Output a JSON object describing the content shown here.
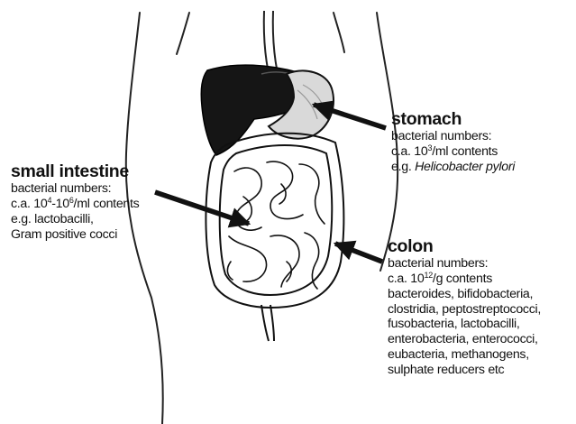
{
  "diagram": {
    "colors": {
      "ink": "#111111",
      "organ_dark": "#151515",
      "stomach_fill": "#d9d9d9",
      "background": "#ffffff"
    },
    "labels": {
      "stomach": {
        "heading": "stomach",
        "line1": "bacterial numbers:",
        "line2_pre": "c.a. 10",
        "line2_sup": "3",
        "line2_post": "/ml contents",
        "line3_pre": "e.g. ",
        "line3_italic": "Helicobacter pylori"
      },
      "small_intestine": {
        "heading": "small intestine",
        "line1": "bacterial numbers:",
        "line2_pre": "c.a. 10",
        "line2_sup1": "4",
        "line2_mid": "-10",
        "line2_sup2": "6",
        "line2_post": "/ml contents",
        "line3": "e.g. lactobacilli,",
        "line4": "Gram positive cocci"
      },
      "colon": {
        "heading": "colon",
        "line1": "bacterial numbers:",
        "line2_pre": "c.a. 10",
        "line2_sup": "12",
        "line2_post": "/g contents",
        "line3": "bacteroides, bifidobacteria,",
        "line4": "clostridia, peptostreptococci,",
        "line5": "fusobacteria, lactobacilli,",
        "line6": "enterobacteria, enterococci,",
        "line7": "eubacteria, methanogens,",
        "line8": "sulphate reducers etc"
      }
    }
  }
}
